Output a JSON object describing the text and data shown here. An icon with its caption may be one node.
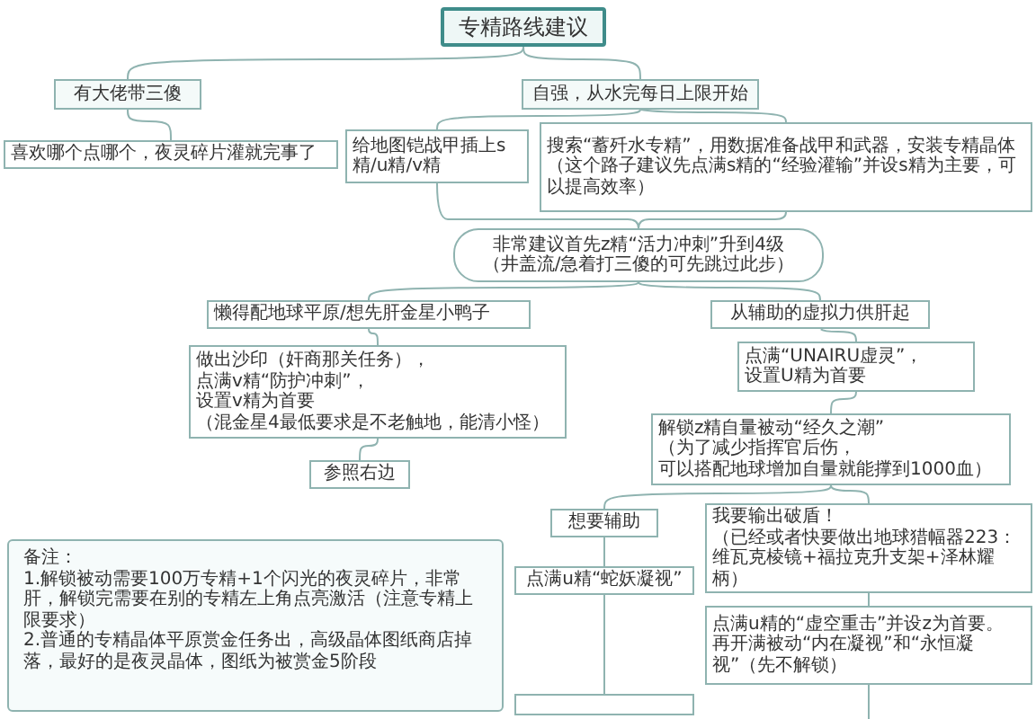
{
  "diagram": {
    "nodes": [
      {
        "text": [
          "专精路线建议"
        ]
      },
      {
        "text": [
          "有大佬带三傻"
        ]
      },
      {
        "text": [
          "自强，从水完每日上限开始"
        ]
      },
      {
        "text": [
          "喜欢哪个点哪个，夜灵碎片灌就完事了"
        ]
      },
      {
        "text": [
          "给地图铠战甲插上s精/u精/v精"
        ]
      },
      {
        "text": [
          "搜索“蓄歼水专精”，用数据准备战甲和武器，安装专精晶体",
          "（这个路子建议先点满s精的“经验灌输”并设s精为主要，可以提高效率）"
        ]
      },
      {
        "text": [
          "非常建议首先z精“活力冲刺”升到4级",
          "（井盖流/急着打三傻的可先跳过此步）"
        ]
      },
      {
        "text": [
          "懒得配地球平原/想先肝金星小鸭子"
        ]
      },
      {
        "text": [
          "从辅助的虚拟力供肝起"
        ]
      },
      {
        "text": [
          "做出沙印（奸商那关任务），",
          "点满v精“防护冲刺”，",
          "设置v精为首要",
          "（混金星4最低要求是不老触地，能清小怪）"
        ]
      },
      {
        "text": [
          "点满“UNAIRU虚灵”，",
          "设置U精为首要"
        ]
      },
      {
        "text": [
          "参照右边"
        ]
      },
      {
        "text": [
          "解锁z精自量被动“经久之潮”",
          "（为了减少指挥官后伤，",
          "可以搭配地球增加自量就能撑到1000血）"
        ]
      },
      {
        "text": [
          "想要辅助"
        ]
      },
      {
        "text": [
          "我要输出破盾！",
          "（已经或者快要做出地球猎幅器223：",
          "维瓦克棱镜+福拉克升支架+泽林耀柄）"
        ]
      },
      {
        "text": [
          "点满u精“蛇妖凝视”"
        ]
      },
      {
        "text": [
          "点满u精的“虚空重击”并设z为首要。",
          "再开满被动“内在凝视”和“永恒凝视”（先不解锁）"
        ]
      },
      {
        "text": [],
        "shape": "box"
      },
      {
        "text": [
          "备注：",
          "1.解锁被动需要100万专精+1个闪光的夜灵碎片，非常肝，解锁完需要在别的专精左上角点亮激活（注意专精上限要求）",
          "2.普通的专精晶体平原赏金任务出，高级晶体图纸商店掉落，最好的是夜灵晶体，图纸为被赏金5阶段"
        ]
      }
    ],
    "edges": [
      {
        "from": 0,
        "to": 1,
        "arrow": "none"
      },
      {
        "from": 0,
        "to": 2,
        "arrow": "none"
      },
      {
        "from": 1,
        "to": 3,
        "arrow": "none"
      },
      {
        "from": 2,
        "to": 4,
        "arrow": "none"
      },
      {
        "from": 2,
        "to": 5,
        "arrow": "none"
      },
      {
        "from": 4,
        "to": 6,
        "arrow": "none"
      },
      {
        "from": 5,
        "to": 6,
        "arrow": "none"
      },
      {
        "from": 6,
        "to": 7,
        "arrow": "none"
      },
      {
        "from": 6,
        "to": 8,
        "arrow": "none"
      },
      {
        "from": 7,
        "to": 9,
        "arrow": "none"
      },
      {
        "from": 9,
        "to": 11,
        "arrow": "none"
      },
      {
        "from": 8,
        "to": 10,
        "arrow": "none"
      },
      {
        "from": 10,
        "to": 12,
        "arrow": "none"
      },
      {
        "from": 12,
        "to": 13,
        "arrow": "none"
      },
      {
        "from": 12,
        "to": 14,
        "arrow": "none"
      },
      {
        "from": 13,
        "to": 15,
        "arrow": "none"
      },
      {
        "from": 15,
        "to": 17,
        "arrow": "none"
      },
      {
        "from": 14,
        "to": 16,
        "arrow": "none"
      },
      {
        "from": 16,
        "to": null,
        "arrow": "none"
      }
    ]
  }
}
